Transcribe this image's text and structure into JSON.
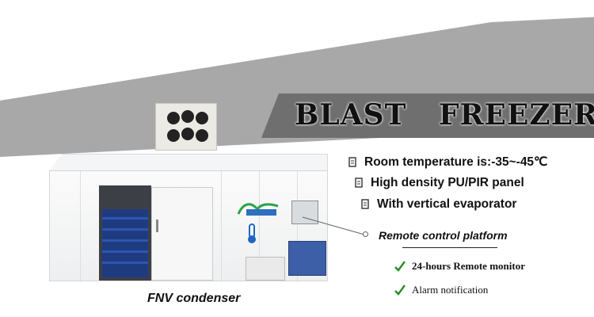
{
  "title": "BLAST   FREEZER",
  "features": [
    {
      "icon": "document-icon",
      "label": "Room temperature is:-35~-45℃"
    },
    {
      "icon": "document-icon",
      "label": "High density PU/PIR panel"
    },
    {
      "icon": "document-icon",
      "label": "With vertical evaporator"
    }
  ],
  "remote": {
    "label": "Remote control platform"
  },
  "checklist": [
    {
      "icon": "check-icon",
      "label": "24-hours Remote monitor"
    },
    {
      "icon": "check-icon",
      "label": "Alarm notification"
    }
  ],
  "caption": "FNV condenser",
  "colors": {
    "band": "#a8a8a8",
    "title_tab": "#6f6f6f",
    "panel": "#f4f5f6",
    "rack_blue": "#1f3b80",
    "check_green": "#2a8a2a"
  }
}
